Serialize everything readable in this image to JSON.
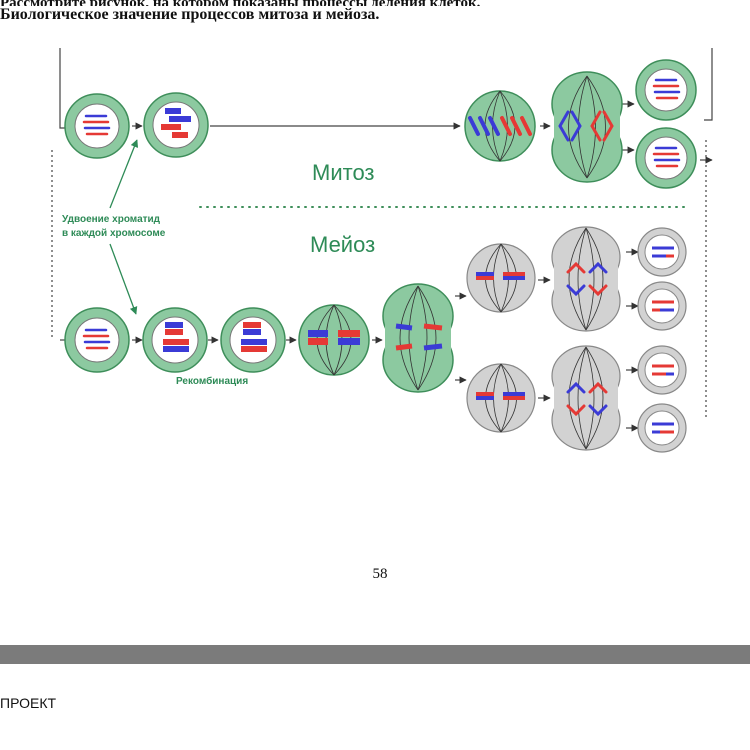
{
  "page": {
    "top_text": "Рассмотрите рисунок, на котором показаны процессы деления клеток.",
    "heading": "Биологическое  значение  процессов митоза и мейоза.",
    "page_number": "58",
    "footer_text": "ПРОЕКТ"
  },
  "diagram": {
    "label_mitosis": "Митоз",
    "label_meiosis": "Мейоз",
    "label_duplication_line1": "Удвоение хроматид",
    "label_duplication_line2": "в каждой хромосоме",
    "label_recombination": "Рекомбинация",
    "colors": {
      "cell_green_fill": "#8cc9a0",
      "cell_green_edge": "#3e8e5a",
      "cell_grey_fill": "#d2d2d2",
      "nucleus_fill": "#ffffff",
      "chromosome_red": "#e53935",
      "chromosome_blue": "#3b3bd6",
      "label_green": "#2e8b57"
    }
  }
}
